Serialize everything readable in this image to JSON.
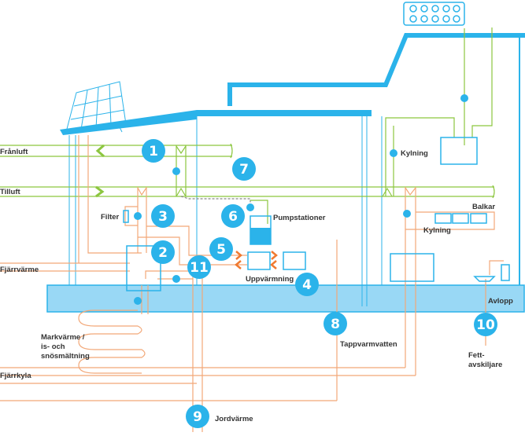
{
  "colors": {
    "blue": "#2bb3ea",
    "ground": "#99d8f5",
    "orange": "#f2a878",
    "dark_orange": "#f07a30",
    "green": "#8cc63f",
    "text": "#333333"
  },
  "labels": {
    "franluft": "Frånluft",
    "tilluft": "Tilluft",
    "filter": "Filter",
    "pumpstationer": "Pumpstationer",
    "uppvarmning": "Uppvärmning",
    "fjarrvarme": "Fjärrvärme",
    "markvarme_1": "Markvärme /",
    "markvarme_2": "is- och",
    "markvarme_3": "snösmältning",
    "fjarrkyla": "Fjärrkyla",
    "tappvarmvatten": "Tappvarmvatten",
    "jordvarme": "Jordvärme",
    "kylning_top": "Kylning",
    "balkar": "Balkar",
    "kylning_balkar": "Kylning",
    "avlopp": "Avlopp",
    "fettavskiljare_1": "Fett-",
    "fettavskiljare_2": "avskiljare"
  },
  "markers": [
    "1",
    "2",
    "3",
    "4",
    "5",
    "6",
    "7",
    "8",
    "9",
    "10",
    "11"
  ]
}
